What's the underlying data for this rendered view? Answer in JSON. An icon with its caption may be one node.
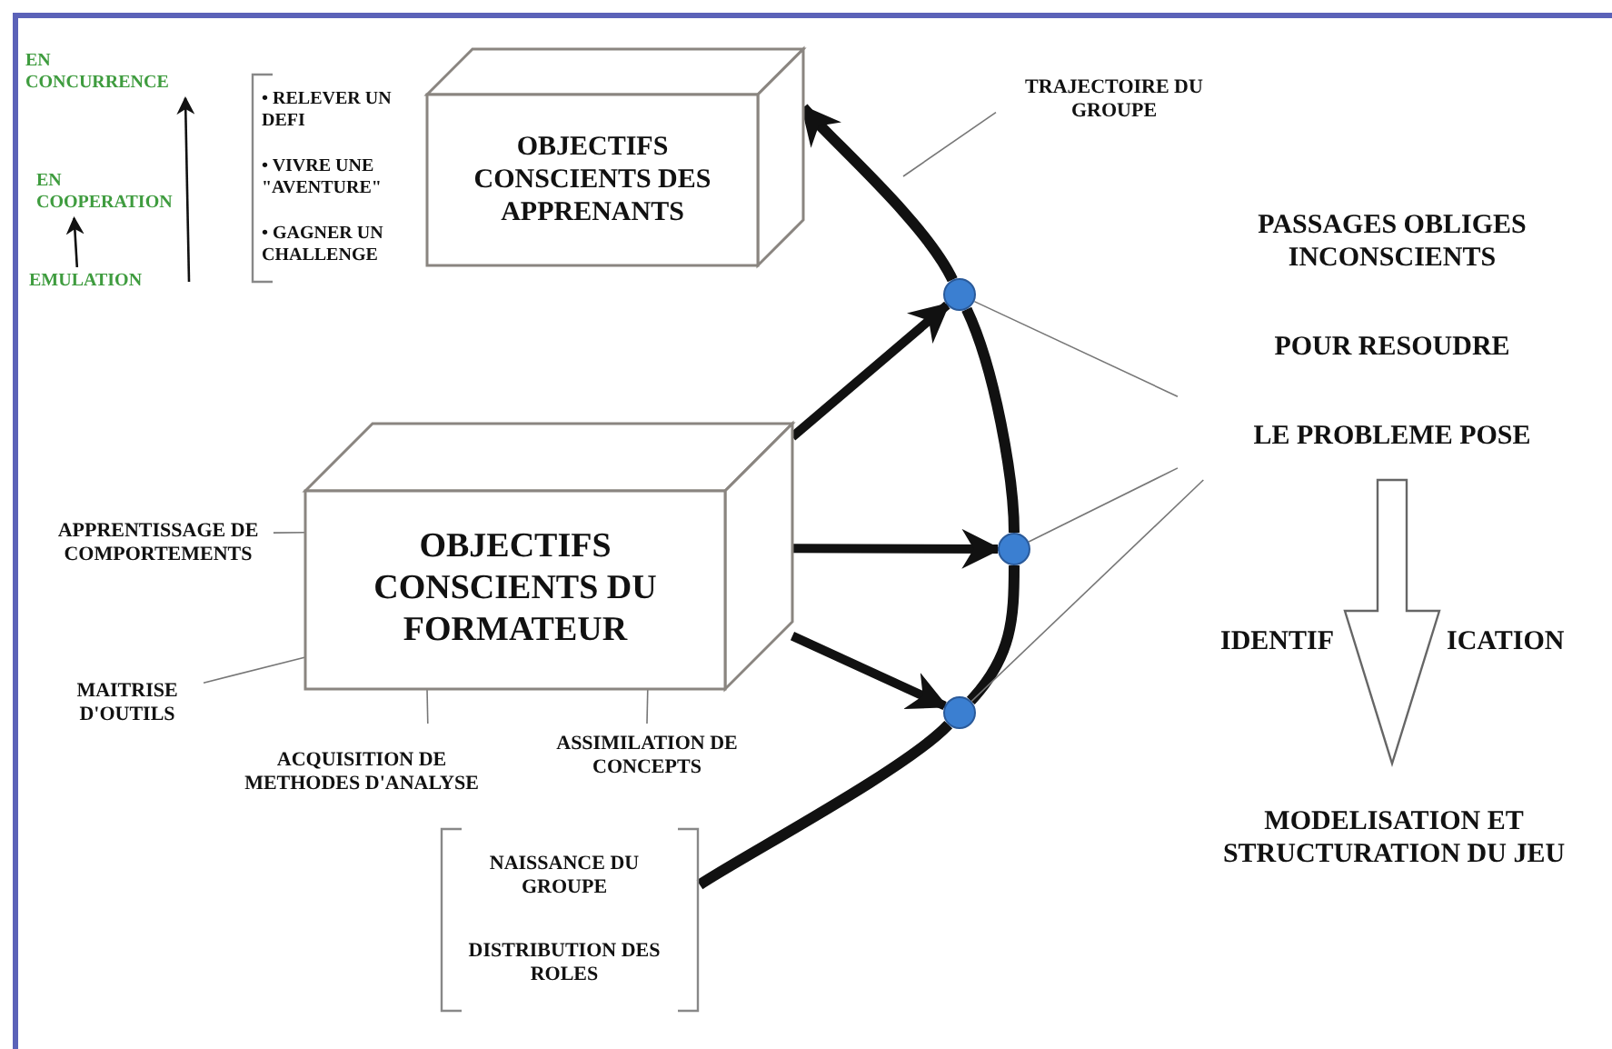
{
  "diagram": {
    "nodes": [
      {
        "text": [
          "EN CONCURRENCE"
        ]
      },
      {
        "text": [
          "EN COOPERATION"
        ]
      },
      {
        "text": [
          "EMULATION"
        ]
      },
      {
        "text": [
          "• RELEVER UN DEFI",
          "• VIVRE UNE \"AVENTURE\"",
          "• GAGNER UN CHALLENGE"
        ]
      },
      {
        "text": [
          "OBJECTIFS CONSCIENTS DES APPRENANTS"
        ]
      },
      {
        "text": [
          "TRAJECTOIRE DU GROUPE"
        ]
      },
      {
        "text": [],
        "shape": "circle"
      },
      {
        "text": [],
        "shape": "circle"
      },
      {
        "text": [],
        "shape": "circle"
      },
      {
        "text": [
          "OBJECTIFS CONSCIENTS DU FORMATEUR"
        ]
      },
      {
        "text": [
          "APPRENTISSAGE DE COMPORTEMENTS"
        ]
      },
      {
        "text": [
          "MAITRISE D'OUTILS"
        ]
      },
      {
        "text": [
          "ACQUISITION DE METHODES D'ANALYSE"
        ]
      },
      {
        "text": [
          "ASSIMILATION DE CONCEPTS"
        ]
      },
      {
        "text": [
          "NAISSANCE DU GROUPE",
          "DISTRIBUTION DES ROLES"
        ]
      },
      {
        "text": [
          "PASSAGES OBLIGES INCONSCIENTS",
          "POUR RESOUDRE",
          "LE PROBLEME POSE"
        ]
      },
      {
        "text": [
          "MODELISATION ET STRUCTURATION DU JEU"
        ]
      }
    ],
    "edges": [
      {
        "from": 2,
        "to": 1,
        "arrow": "to"
      },
      {
        "from": 2,
        "to": 0,
        "arrow": "to"
      },
      {
        "from": 14,
        "to": 8,
        "arrow": "none",
        "style": "thick"
      },
      {
        "from": 8,
        "to": 7,
        "arrow": "none",
        "style": "thick"
      },
      {
        "from": 7,
        "to": 6,
        "arrow": "none",
        "style": "thick"
      },
      {
        "from": 6,
        "to": 4,
        "arrow": "to",
        "style": "thick"
      },
      {
        "from": 9,
        "to": 6,
        "arrow": "to",
        "style": "thick"
      },
      {
        "from": 9,
        "to": 7,
        "arrow": "to",
        "style": "thick"
      },
      {
        "from": 9,
        "to": 8,
        "arrow": "to",
        "style": "thick"
      },
      {
        "from": 5,
        "to": null,
        "arrow": "none",
        "color": "#777777"
      },
      {
        "from": 15,
        "to": 6,
        "arrow": "none",
        "color": "#777777"
      },
      {
        "from": 15,
        "to": 7,
        "arrow": "none",
        "color": "#777777"
      },
      {
        "from": 15,
        "to": 8,
        "arrow": "none",
        "color": "#777777"
      },
      {
        "from": 10,
        "to": 9,
        "arrow": "none",
        "color": "#777777"
      },
      {
        "from": 11,
        "to": 9,
        "arrow": "none",
        "color": "#777777"
      },
      {
        "from": 12,
        "to": 9,
        "arrow": "none",
        "color": "#777777"
      },
      {
        "from": 13,
        "to": 9,
        "arrow": "none",
        "color": "#777777"
      },
      {
        "from": 15,
        "to": 16,
        "arrow": "to",
        "color": "#666666"
      }
    ],
    "labels": [
      "IDENTIF",
      "ICATION"
    ]
  }
}
